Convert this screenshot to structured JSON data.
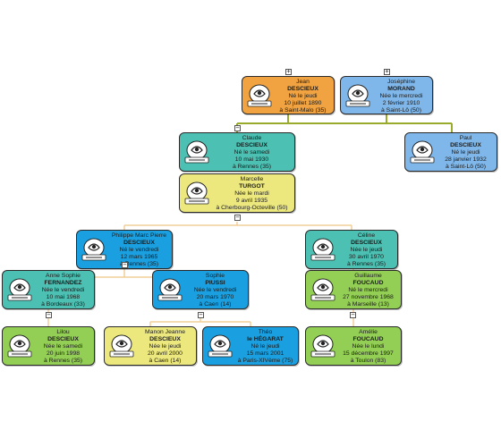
{
  "people": [
    {
      "id": "jean",
      "color": "orange",
      "icon": "zodiac-cancer-icon",
      "first": "Jean",
      "last": "DESCIEUX",
      "birth": [
        "Né le jeudi",
        "10 juillet 1890",
        "à Saint-Malo (35)"
      ],
      "toggle": "+"
    },
    {
      "id": "josephine",
      "color": "blue",
      "icon": "zodiac-aquarius-icon",
      "first": "Joséphine",
      "last": "MORAND",
      "birth": [
        "Née le mercredi",
        "2 février 1910",
        "à Saint-Lô (50)"
      ],
      "toggle": "+"
    },
    {
      "id": "claude",
      "color": "teal",
      "icon": "zodiac-taurus-icon",
      "first": "Claude",
      "last": "DESCIEUX",
      "birth": [
        "Né le samedi",
        "10 mai 1930",
        "à Rennes (35)"
      ],
      "toggle": "−"
    },
    {
      "id": "paul",
      "color": "blue",
      "icon": "zodiac-aquarius-icon",
      "first": "Paul",
      "last": "DESCIEUX",
      "birth": [
        "Né le jeudi",
        "28 janvier 1932",
        "à Saint-Lô (50)"
      ],
      "toggle": ""
    },
    {
      "id": "marcelle",
      "color": "yellow",
      "icon": "zodiac-aries-icon",
      "first": "Marcelle",
      "last": "TURGOT",
      "birth": [
        "Née le mardi",
        "9 avril 1935",
        "à Cherbourg-Octeville (50)"
      ],
      "toggle": "−"
    },
    {
      "id": "philippe",
      "color": "azure",
      "icon": "zodiac-pisces-icon",
      "first": "Philippe Marc Pierre",
      "last": "DESCIEUX",
      "birth": [
        "Né le vendredi",
        "12 mars 1965",
        "à Rennes (35)"
      ],
      "toggle": "−"
    },
    {
      "id": "celine",
      "color": "teal",
      "icon": "zodiac-taurus-icon",
      "first": "Céline",
      "last": "DESCIEUX",
      "birth": [
        "Née le jeudi",
        "30 avril 1970",
        "à Rennes (35)"
      ],
      "toggle": ""
    },
    {
      "id": "anne",
      "color": "teal",
      "icon": "zodiac-taurus-icon",
      "first": "Anne Sophie",
      "last": "FERNANDEZ",
      "birth": [
        "Née le vendredi",
        "10 mai 1968",
        "à Bordeaux (33)"
      ],
      "toggle": "−"
    },
    {
      "id": "sophie",
      "color": "azure",
      "icon": "zodiac-pisces-icon",
      "first": "Sophie",
      "last": "PIUSSI",
      "birth": [
        "Née le vendredi",
        "20 mars 1970",
        "à Caen (14)"
      ],
      "toggle": "−"
    },
    {
      "id": "guillaume",
      "color": "green",
      "icon": "zodiac-sagittarius-icon",
      "first": "Guillaume",
      "last": "FOUCAUD",
      "birth": [
        "Né le mercredi",
        "27 novembre 1968",
        "à Marseille (13)"
      ],
      "toggle": "−"
    },
    {
      "id": "lilou",
      "color": "green",
      "icon": "zodiac-gemini-icon",
      "first": "Lilou",
      "last": "DESCIEUX",
      "birth": [
        "Née le samedi",
        "20 juin 1998",
        "à Rennes (35)"
      ],
      "toggle": ""
    },
    {
      "id": "manon",
      "color": "yellow",
      "icon": "zodiac-aries-icon",
      "first": "Manon Jeanne",
      "last": "DESCIEUX",
      "birth": [
        "Née le jeudi",
        "20 avril 2000",
        "à Caen (14)"
      ],
      "toggle": ""
    },
    {
      "id": "theo",
      "color": "azure",
      "icon": "zodiac-pisces-icon",
      "first": "Théo",
      "last": "le HÉGARAT",
      "birth": [
        "Né le jeudi",
        "15 mars 2001",
        "à Paris-XIVème (75)"
      ],
      "toggle": ""
    },
    {
      "id": "amelie",
      "color": "green",
      "icon": "zodiac-sagittarius-icon",
      "first": "Amélie",
      "last": "FOUCAUD",
      "birth": [
        "Née le lundi",
        "15 décembre 1997",
        "à Toulon (83)"
      ],
      "toggle": ""
    }
  ],
  "colors": {
    "orange": "#f0a340",
    "blue": "#7fb7ea",
    "teal": "#4cc0b2",
    "yellow": "#ece87d",
    "azure": "#1aa0e0",
    "green": "#93cf55",
    "link_parents": "#9aab2c",
    "link_children": "#f2cf98"
  }
}
